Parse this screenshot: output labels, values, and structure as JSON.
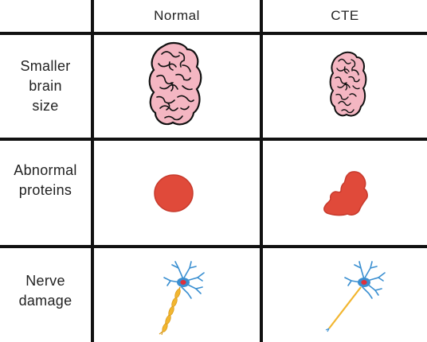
{
  "columns": [
    {
      "label": "Normal"
    },
    {
      "label": "CTE"
    }
  ],
  "rows": [
    {
      "label_lines": [
        "Smaller",
        "brain",
        "size"
      ],
      "normal_icon": "brain-icon",
      "cte_icon": "brain-icon"
    },
    {
      "label_lines": [
        "Abnormal",
        "proteins"
      ],
      "normal_icon": "protein-blob-icon",
      "cte_icon": "protein-blob-icon"
    },
    {
      "label_lines": [
        "Nerve",
        "damage"
      ],
      "normal_icon": "neuron-icon",
      "cte_icon": "neuron-icon"
    }
  ],
  "colors": {
    "grid": "#111111",
    "brain_fill": "#f4b6c2",
    "protein_fill": "#e04a3a",
    "protein_stroke": "#c73a2c",
    "neuron_body": "#3a8fd1",
    "neuron_nucleus": "#e0303a",
    "axon_myelin": "#f2b630",
    "axon_line": "#d99b1c"
  }
}
